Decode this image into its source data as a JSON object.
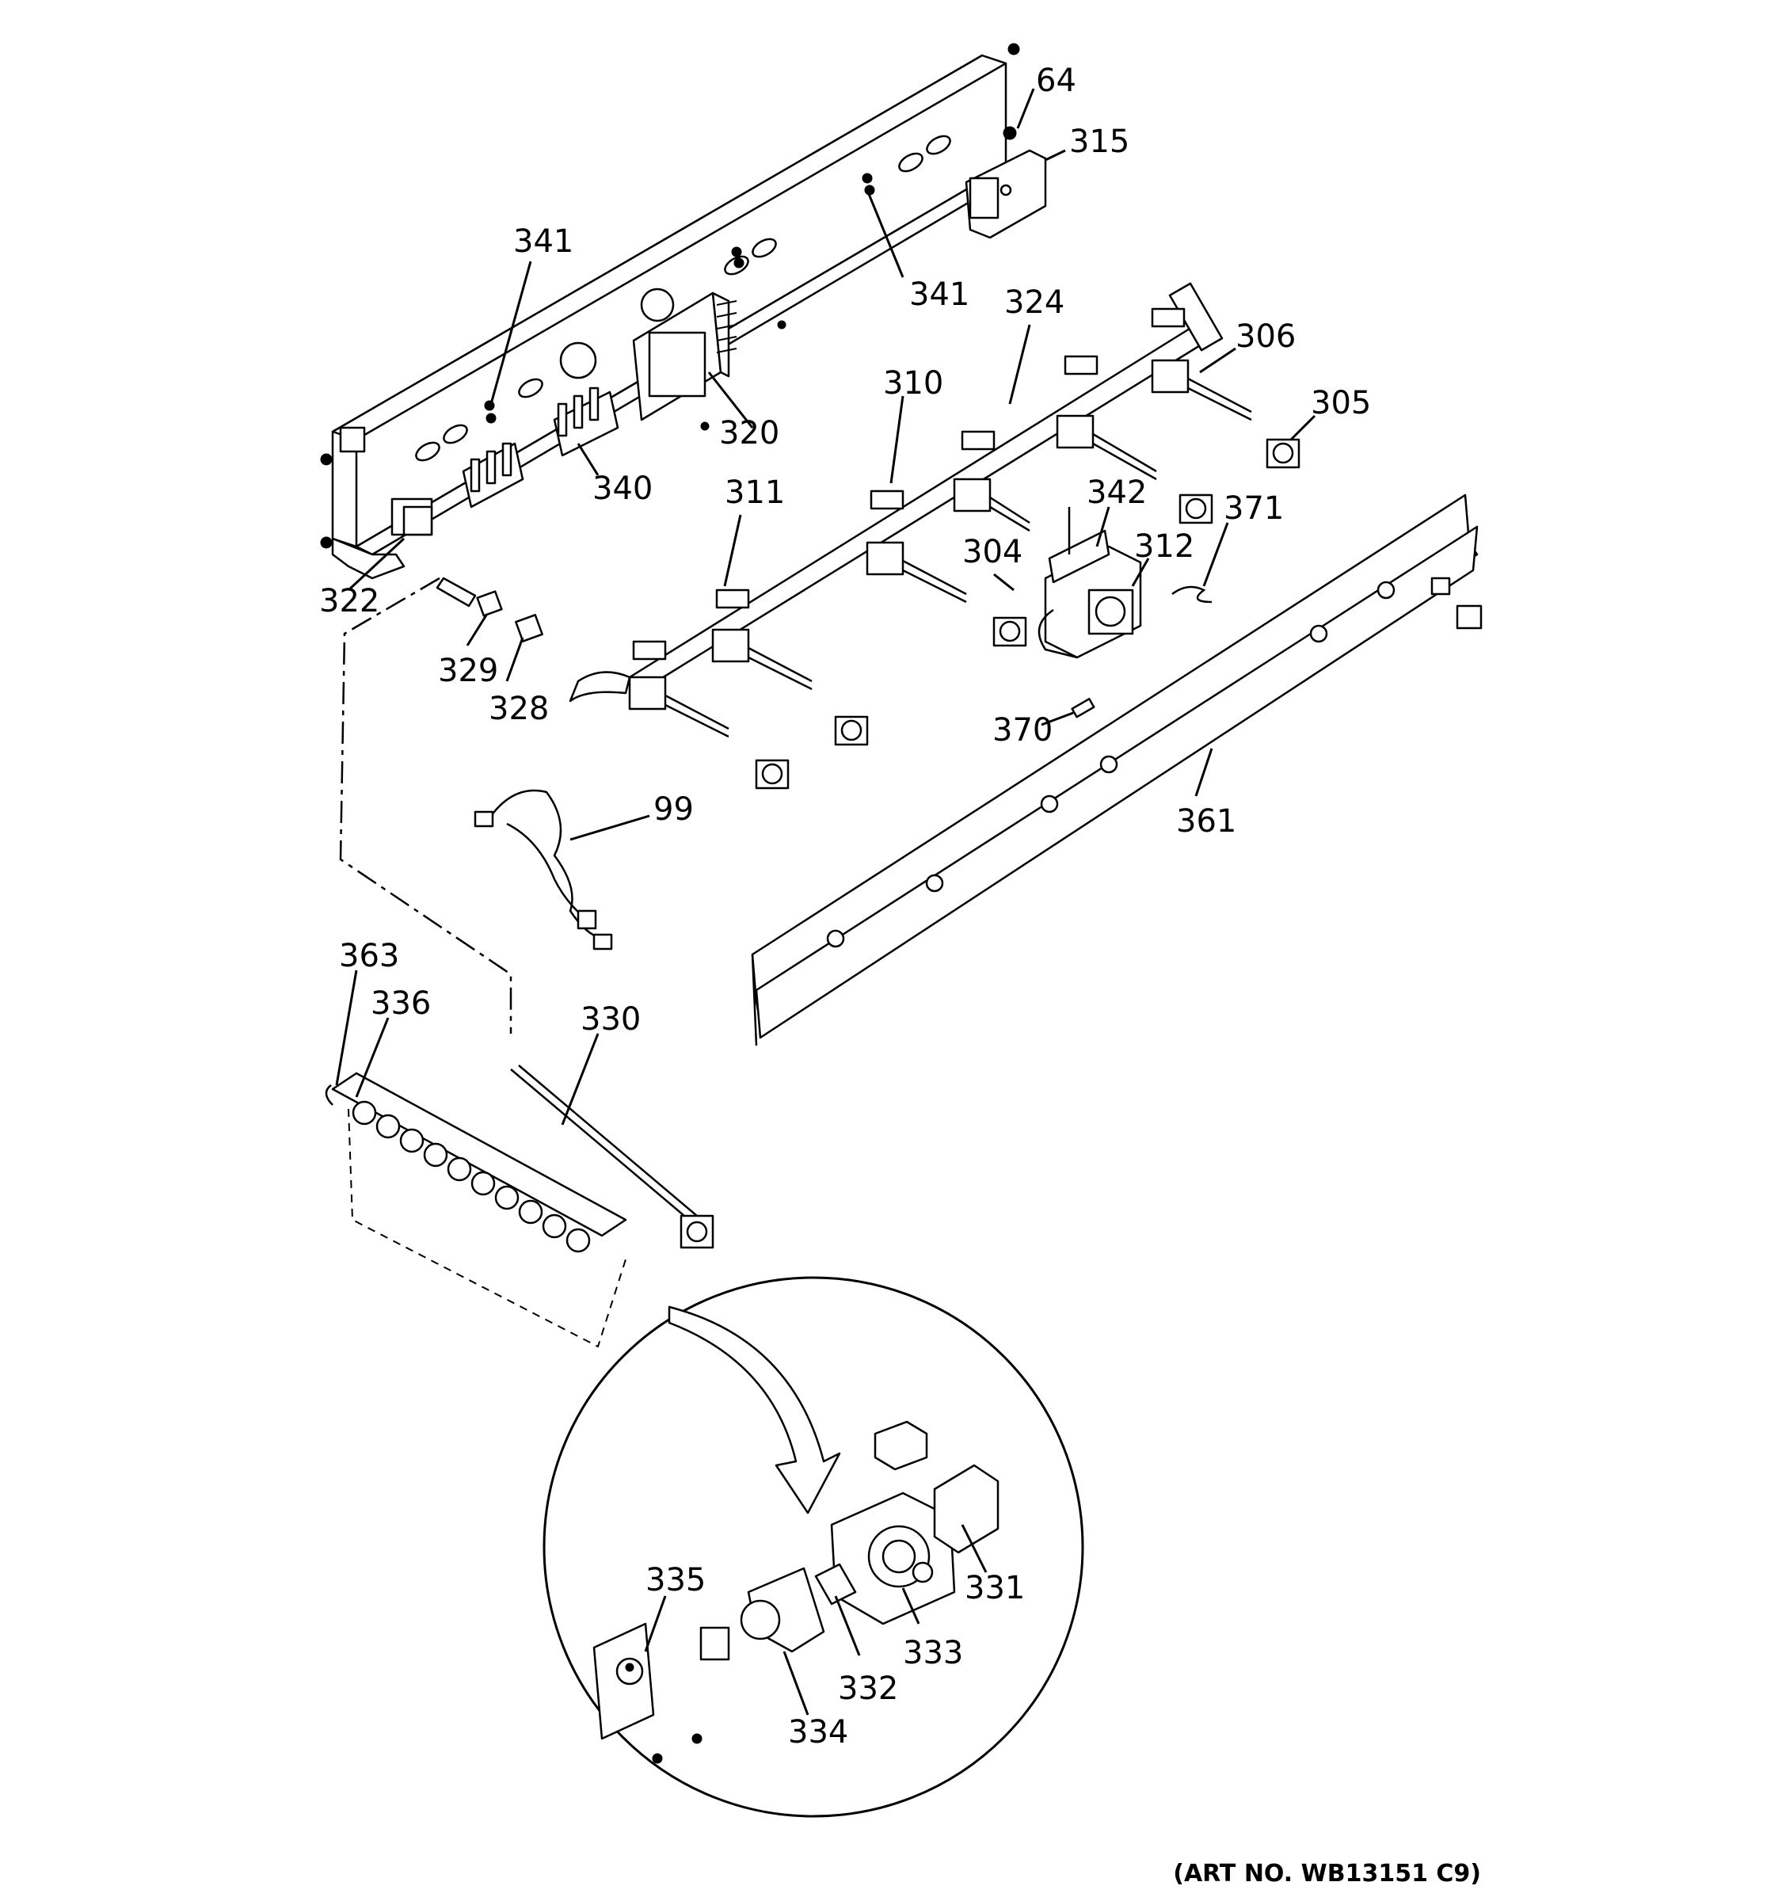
{
  "art_number": "(ART NO. WB13151 C9)",
  "callouts": [
    {
      "id": "c64",
      "text": "64"
    },
    {
      "id": "c315",
      "text": "315"
    },
    {
      "id": "c341a",
      "text": "341"
    },
    {
      "id": "c341b",
      "text": "341"
    },
    {
      "id": "c324",
      "text": "324"
    },
    {
      "id": "c306",
      "text": "306"
    },
    {
      "id": "c305",
      "text": "305"
    },
    {
      "id": "c310",
      "text": "310"
    },
    {
      "id": "c320",
      "text": "320"
    },
    {
      "id": "c340",
      "text": "340"
    },
    {
      "id": "c311",
      "text": "311"
    },
    {
      "id": "c342",
      "text": "342"
    },
    {
      "id": "c371",
      "text": "371"
    },
    {
      "id": "c304",
      "text": "304"
    },
    {
      "id": "c312",
      "text": "312"
    },
    {
      "id": "c322",
      "text": "322"
    },
    {
      "id": "c329",
      "text": "329"
    },
    {
      "id": "c328",
      "text": "328"
    },
    {
      "id": "c370",
      "text": "370"
    },
    {
      "id": "c99",
      "text": "99"
    },
    {
      "id": "c361",
      "text": "361"
    },
    {
      "id": "c363",
      "text": "363"
    },
    {
      "id": "c336",
      "text": "336"
    },
    {
      "id": "c330",
      "text": "330"
    },
    {
      "id": "c335",
      "text": "335"
    },
    {
      "id": "c331",
      "text": "331"
    },
    {
      "id": "c333",
      "text": "333"
    },
    {
      "id": "c332",
      "text": "332"
    },
    {
      "id": "c334",
      "text": "334"
    }
  ]
}
